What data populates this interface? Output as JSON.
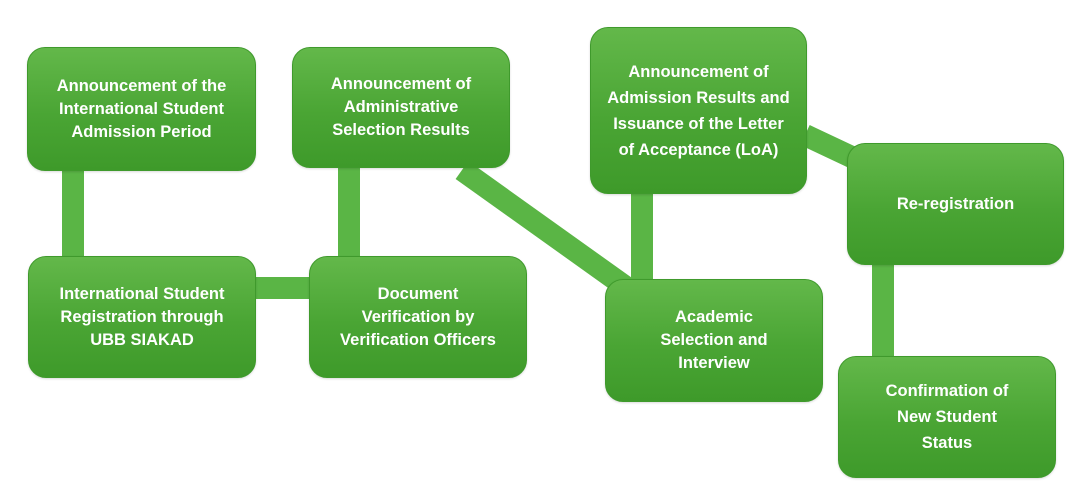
{
  "diagram": {
    "nodes": [
      {
        "id": "n1",
        "label": "Announcement of the International Student Admission Period"
      },
      {
        "id": "n2",
        "label": "International Student Registration through UBB SIAKAD"
      },
      {
        "id": "n3",
        "label": "Document Verification by Verification Officers"
      },
      {
        "id": "n4",
        "label": "Announcement of Administrative Selection Results"
      },
      {
        "id": "n5",
        "label": "Academic Selection and Interview"
      },
      {
        "id": "n6",
        "label": "Announcement of Admission Results and Issuance of the Letter of Acceptance (LoA)"
      },
      {
        "id": "n7",
        "label": "Re-registration"
      },
      {
        "id": "n8",
        "label": "Confirmation of New Student Status"
      }
    ],
    "colors": {
      "node_fill": "#4ea838",
      "connector": "#5ab545",
      "text": "#ffffff"
    }
  }
}
